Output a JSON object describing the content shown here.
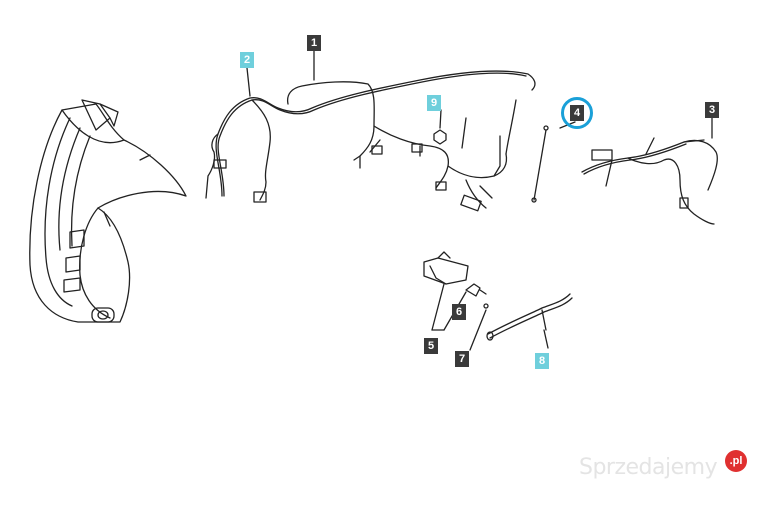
{
  "callouts": [
    {
      "id": "1",
      "label": "1",
      "style": "dark"
    },
    {
      "id": "2",
      "label": "2",
      "style": "cyan"
    },
    {
      "id": "3",
      "label": "3",
      "style": "dark"
    },
    {
      "id": "4",
      "label": "4",
      "style": "dark",
      "highlighted": true
    },
    {
      "id": "5",
      "label": "5",
      "style": "dark"
    },
    {
      "id": "6",
      "label": "6",
      "style": "dark"
    },
    {
      "id": "7",
      "label": "7",
      "style": "dark"
    },
    {
      "id": "8",
      "label": "8",
      "style": "cyan"
    },
    {
      "id": "9",
      "label": "9",
      "style": "cyan"
    }
  ],
  "watermark": {
    "text": "Sprzedajemy",
    "badge": ".pl"
  },
  "colors": {
    "dark_callout": "#3a3a3a",
    "cyan_callout": "#6fcfdc",
    "highlight_ring": "#1aa0d8",
    "line": "#222222"
  }
}
